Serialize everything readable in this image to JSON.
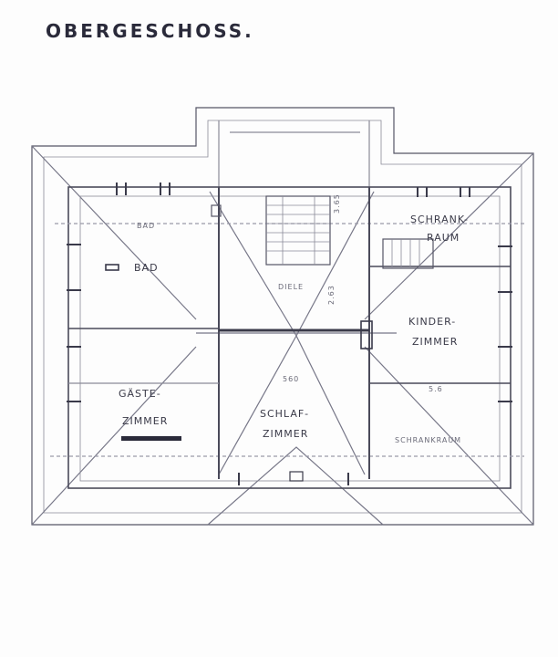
{
  "title": "OBERGESCHOSS.",
  "rooms": {
    "bad_small": "BAD",
    "bad": "BAD",
    "diele": "DIELE",
    "schrankraum_top_1": "SCHRANK-",
    "schrankraum_top_2": "RAUM",
    "kinderzimmer_1": "KINDER-",
    "kinderzimmer_2": "ZIMMER",
    "gaestezimmer_1": "GÄSTE-",
    "gaestezimmer_2": "ZIMMER",
    "schlafzimmer_1": "SCHLAF-",
    "schlafzimmer_2": "ZIMMER",
    "schrankraum_bottom": "SCHRANKRAUM"
  },
  "dimensions": {
    "d1": "560",
    "d2": "2.63",
    "d3": "3.65",
    "d4": "5.6"
  },
  "colors": {
    "line": "#555566",
    "faint": "#9a9aa8",
    "ink": "#2a2a3a"
  }
}
